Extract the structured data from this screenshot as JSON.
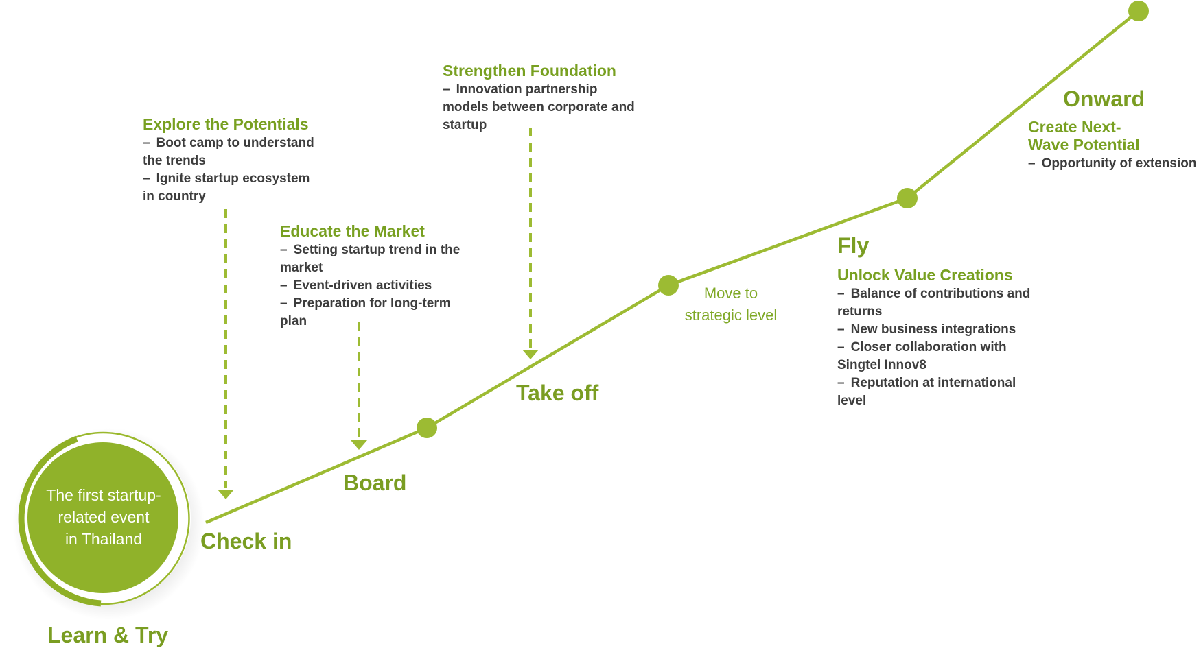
{
  "accent_color": "#9ab82c",
  "dark_green": "#7a9d22",
  "circle": {
    "text_line1": "The first startup-",
    "text_line2": "related event",
    "text_line3": "in Thailand"
  },
  "stages": {
    "learn": "Learn & Try",
    "check_in": "Check in",
    "board": "Board",
    "take_off": "Take off",
    "fly": "Fly",
    "onward": "Onward"
  },
  "move": {
    "line1": "Move to",
    "line2": "strategic level"
  },
  "explore": {
    "title": "Explore the Potentials",
    "items": [
      [
        "Boot camp to understand",
        "the trends"
      ],
      [
        "Ignite startup ecosystem",
        "in country"
      ]
    ]
  },
  "educate": {
    "title": "Educate the Market",
    "items": [
      [
        "Setting startup trend in the",
        "market"
      ],
      [
        "Event-driven activities"
      ],
      [
        "Preparation for long-term",
        "plan"
      ]
    ]
  },
  "strengthen": {
    "title": "Strengthen Foundation",
    "items": [
      [
        "Innovation partnership",
        "models between corporate and",
        "startup"
      ]
    ]
  },
  "unlock": {
    "title": "Unlock Value Creations",
    "items": [
      [
        "Balance of contributions and",
        "returns"
      ],
      [
        "New business integrations"
      ],
      [
        "Closer collaboration with",
        "Singtel Innov8"
      ],
      [
        "Reputation at international",
        "level"
      ]
    ]
  },
  "onward_block": {
    "title_line1": "Create Next-",
    "title_line2": "Wave Potential",
    "items": [
      [
        "Opportunity of extension"
      ]
    ]
  }
}
